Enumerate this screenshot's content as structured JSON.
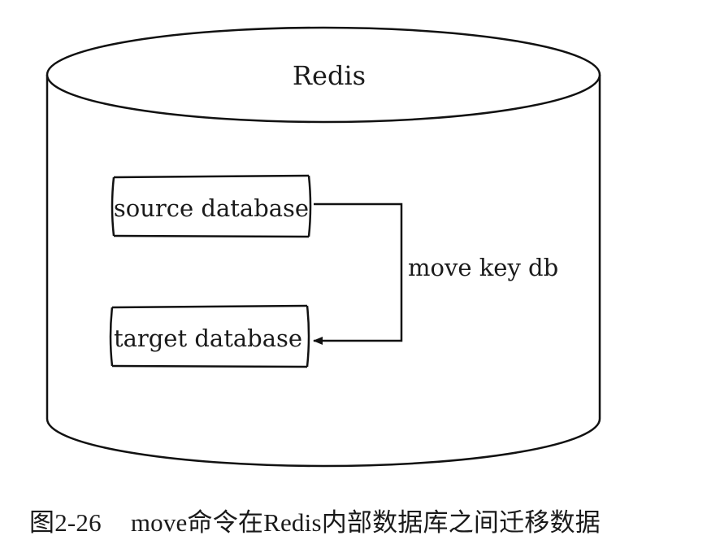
{
  "diagram": {
    "container_label": "Redis",
    "source_label": "source database",
    "target_label": "target database",
    "arrow_label": "move key db"
  },
  "caption": {
    "figure_number": "图2-26",
    "text": "move命令在Redis内部数据库之间迁移数据"
  }
}
